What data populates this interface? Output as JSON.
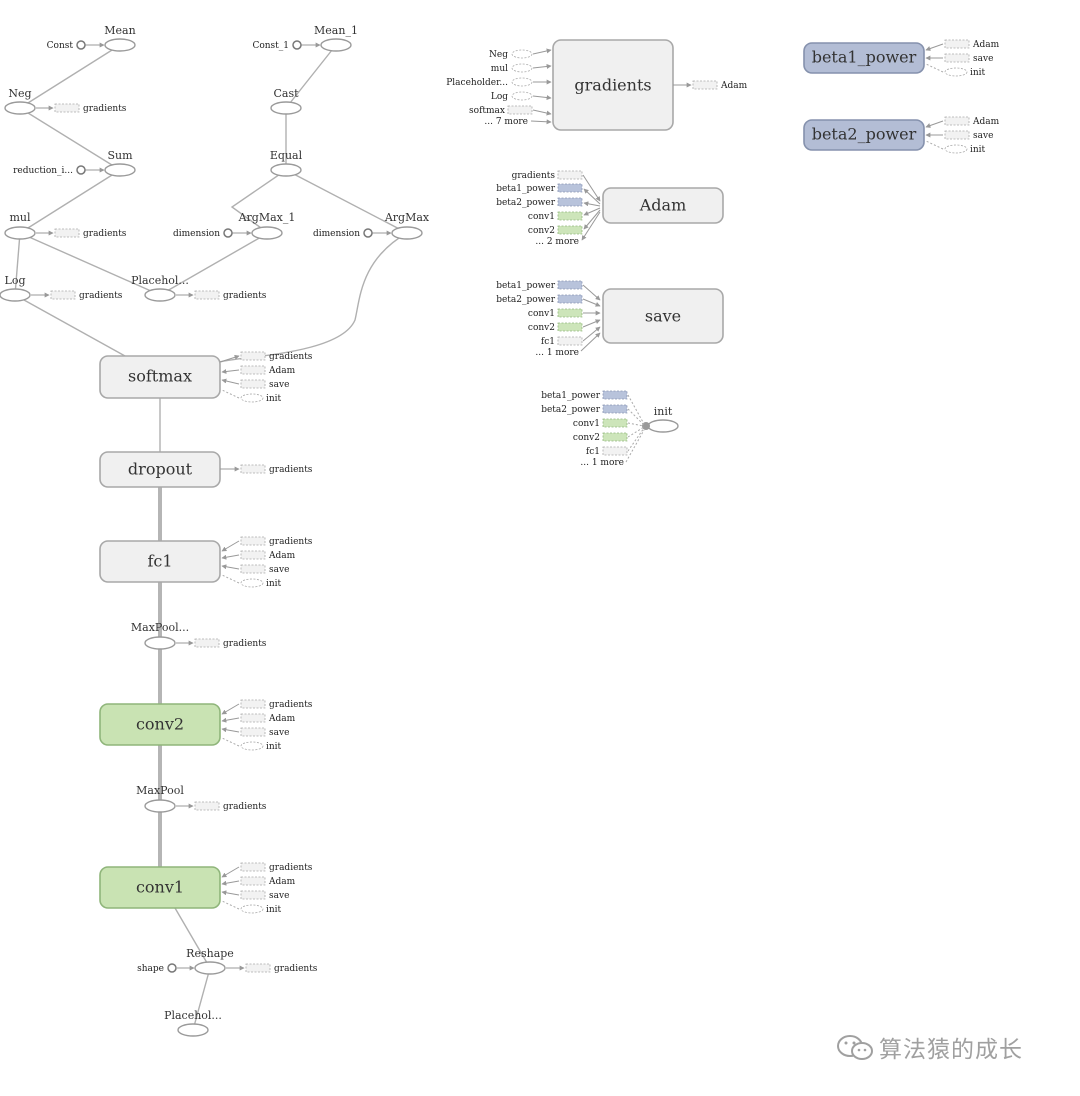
{
  "nodes": {
    "mean": "Mean",
    "const": "Const",
    "neg": "Neg",
    "sum": "Sum",
    "reduction": "reduction_i...",
    "mul": "mul",
    "log": "Log",
    "placeholder_a": "Placehol...",
    "mean_1": "Mean_1",
    "const_1": "Const_1",
    "cast": "Cast",
    "equal": "Equal",
    "argmax_1": "ArgMax_1",
    "argmax": "ArgMax",
    "dimension_a": "dimension",
    "dimension_b": "dimension",
    "softmax": "softmax",
    "dropout": "dropout",
    "fc1": "fc1",
    "maxpool_a": "MaxPool...",
    "conv2": "conv2",
    "maxpool_b": "MaxPool",
    "conv1": "conv1",
    "reshape": "Reshape",
    "shape": "shape",
    "placeholder_b": "Placehol...",
    "gradients": "gradients",
    "adam": "Adam",
    "save": "save",
    "init": "init",
    "beta1_power": "beta1_power",
    "beta2_power": "beta2_power"
  },
  "aux": {
    "gradients": "gradients",
    "adam": "Adam",
    "save": "save",
    "init": "init",
    "beta1_power": "beta1_power",
    "beta2_power": "beta2_power",
    "conv1": "conv1",
    "conv2": "conv2",
    "fc1": "fc1",
    "neg": "Neg",
    "mul": "mul",
    "placeholder": "Placeholder...",
    "log": "Log",
    "softmax": "softmax",
    "more_7": "... 7 more",
    "more_2": "... 2 more",
    "more_1": "... 1 more"
  },
  "watermark": "算法猿的成长",
  "colors": {
    "grey_node": "#f0f0f0",
    "green_node": "#c9e3b3",
    "blue_node": "#b3bdd5",
    "edge": "#b0b0b0"
  }
}
